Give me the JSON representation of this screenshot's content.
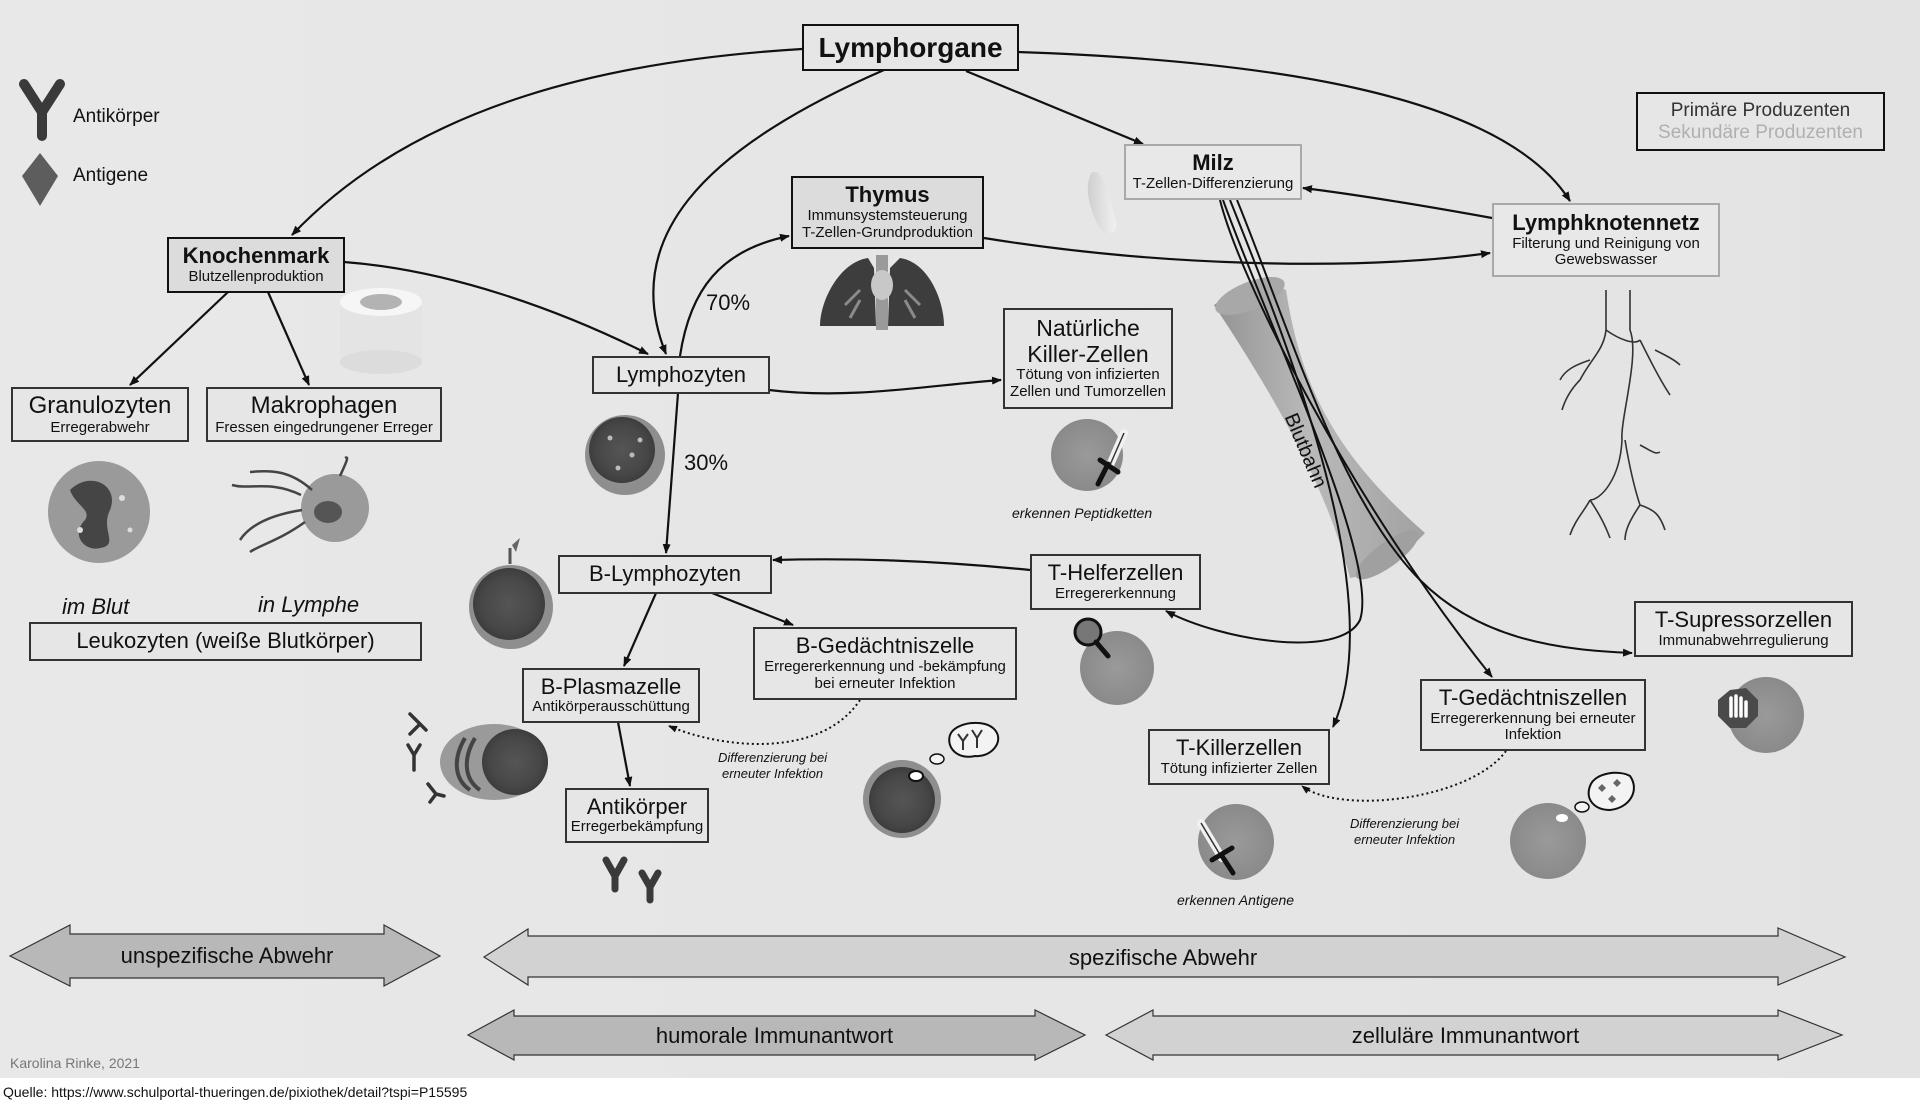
{
  "legend": {
    "antibody_label": "Antikörper",
    "antigen_label": "Antigene",
    "primary_label": "Primäre Produzenten",
    "secondary_label": "Sekundäre Produzenten"
  },
  "nodes": {
    "lymphorgane": {
      "title": "Lymphorgane"
    },
    "knochenmark": {
      "title": "Knochenmark",
      "subtitle": "Blutzellenproduktion"
    },
    "thymus": {
      "title": "Thymus",
      "subtitle_1": "Immunsystemsteuerung",
      "subtitle_2": "T-Zellen-Grundproduktion"
    },
    "milz": {
      "title": "Milz",
      "subtitle": "T-Zellen-Differenzierung"
    },
    "lymphknotennetz": {
      "title": "Lymphknotennetz",
      "subtitle_1": "Filterung und Reinigung von",
      "subtitle_2": "Gewebswasser"
    },
    "granulozyten": {
      "title": "Granulozyten",
      "subtitle": "Erregerabwehr"
    },
    "makrophagen": {
      "title": "Makrophagen",
      "subtitle": "Fressen eingedrungener Erreger"
    },
    "leukozyten": {
      "title": "Leukozyten (weiße Blutkörper)"
    },
    "lymphozyten": {
      "title": "Lymphozyten"
    },
    "nk_zellen": {
      "title_1": "Natürliche",
      "title_2": "Killer-Zellen",
      "subtitle_1": "Tötung von infizierten",
      "subtitle_2": "Zellen und Tumorzellen"
    },
    "b_lymphozyten": {
      "title": "B-Lymphozyten"
    },
    "t_helfer": {
      "title": "T-Helferzellen",
      "subtitle": "Erregererkennung"
    },
    "b_gedaechtnis": {
      "title": "B-Gedächtniszelle",
      "subtitle_1": "Erregererkennung und -bekämpfung",
      "subtitle_2": "bei erneuter Infektion"
    },
    "b_plasma": {
      "title": "B-Plasmazelle",
      "subtitle": "Antikörperausschüttung"
    },
    "antikoerper": {
      "title": "Antikörper",
      "subtitle": "Erregerbekämpfung"
    },
    "t_killer": {
      "title": "T-Killerzellen",
      "subtitle": "Tötung infizierter Zellen"
    },
    "t_gedaechtnis": {
      "title": "T-Gedächtniszellen",
      "subtitle_1": "Erregererkennung bei erneuter",
      "subtitle_2": "Infektion"
    },
    "t_supressor": {
      "title": "T-Supressorzellen",
      "subtitle": "Immunabwehrregulierung"
    }
  },
  "annotations": {
    "im_blut": "im Blut",
    "in_lymphe": "in Lymphe",
    "pct_70": "70%",
    "pct_30": "30%",
    "blutbahn": "Blutbahn",
    "nk_note": "erkennen Peptidketten",
    "tk_note": "erkennen Antigene",
    "b_diff_1": "Differenzierung bei",
    "b_diff_2": "erneuter Infektion",
    "t_diff_1": "Differenzierung bei",
    "t_diff_2": "erneuter Infektion"
  },
  "bands": {
    "unspezifisch": "unspezifische Abwehr",
    "spezifisch": "spezifische Abwehr",
    "humoral": "humorale Immunantwort",
    "zellulaer": "zelluläre Immunantwort"
  },
  "credits": {
    "author": "Karolina Rinke, 2021",
    "source": "Quelle: https://www.schulportal-thueringen.de/pixiothek/detail?tspi=P15595"
  },
  "colors": {
    "background": "#e6e6e6",
    "box_border_primary": "#111111",
    "box_border_secondary": "#a9a9a9",
    "band_fill_dark": "#b8b8b8",
    "band_fill_light": "#d2d2d2",
    "cell_dark": "#4a4a4a",
    "cell_light": "#9a9a9a"
  }
}
